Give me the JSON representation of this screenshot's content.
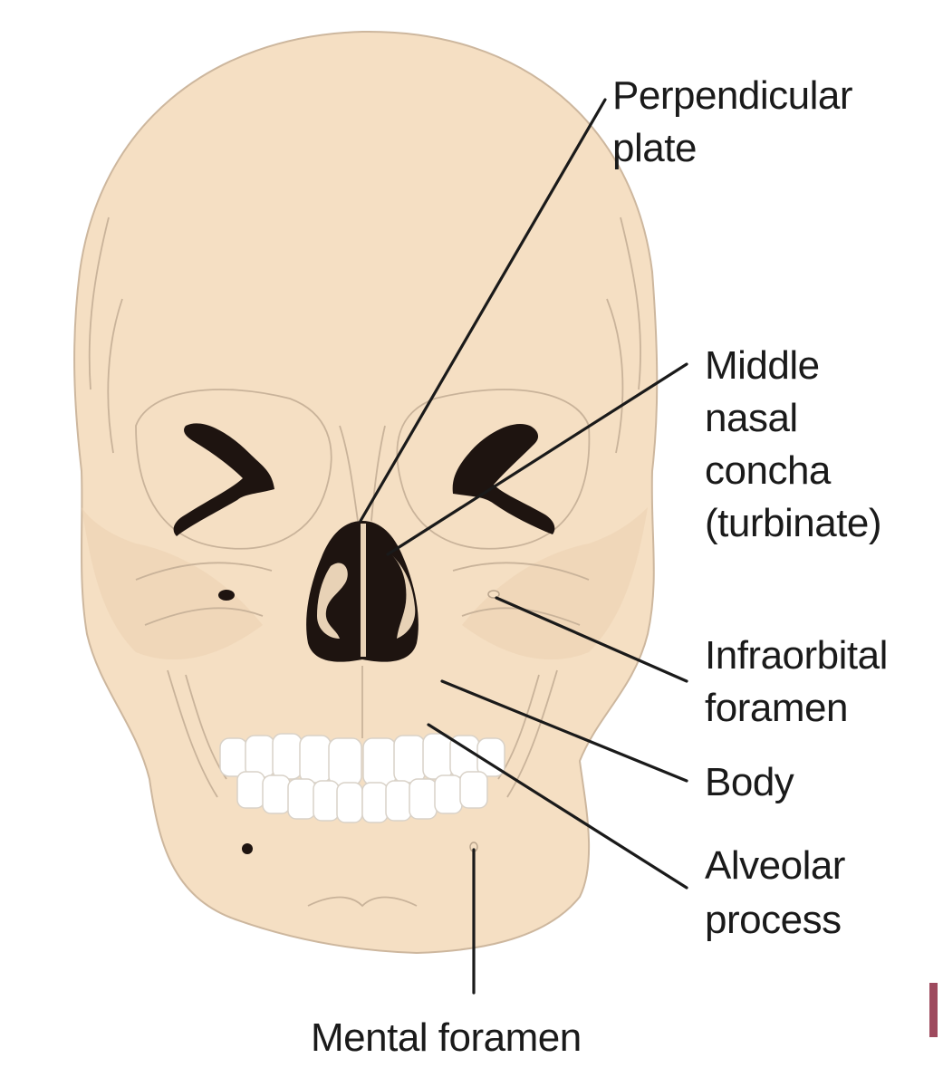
{
  "labels": {
    "perpendicular_plate": [
      "Perpendicular",
      "plate"
    ],
    "middle_nasal_concha": [
      "Middle",
      "nasal",
      "concha",
      "(turbinate)"
    ],
    "infraorbital_foramen": [
      "Infraorbital",
      "foramen"
    ],
    "body": [
      "Body"
    ],
    "alveolar_process": [
      "Alveolar",
      "process"
    ],
    "mental_foramen": [
      "Mental foramen"
    ]
  },
  "colors": {
    "bone": "#f5dfc3",
    "bone_shadow": "#ecd2b2",
    "cavity": "#1e1410",
    "teeth": "#ffffff",
    "accent_mark": "#9e4a5e"
  }
}
